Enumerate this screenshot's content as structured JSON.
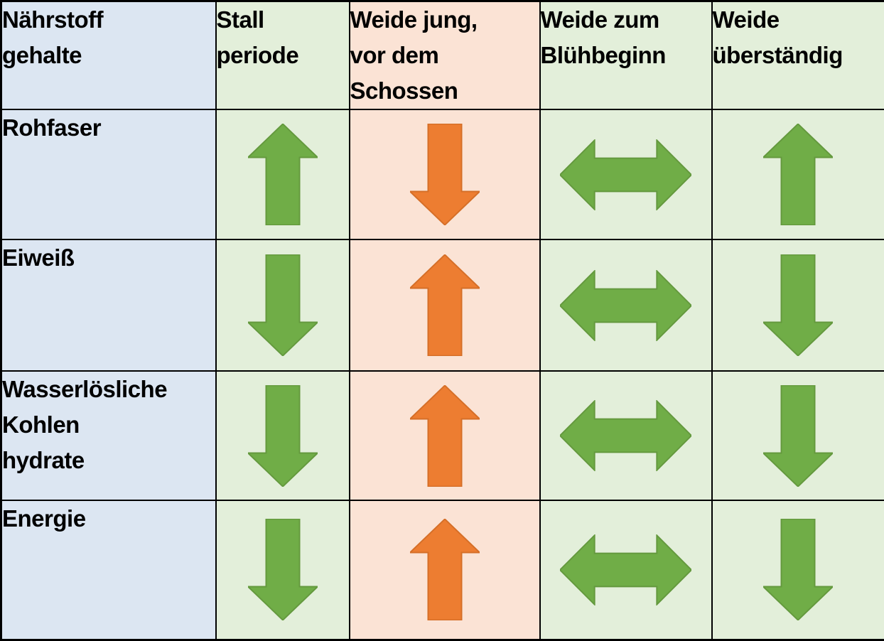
{
  "colors": {
    "green": "#70ad47",
    "green_stroke": "#64993e",
    "orange": "#ed7d31",
    "orange_stroke": "#d56f28",
    "blue_bg": "#dce6f2",
    "green_bg": "#e3efda",
    "peach_bg": "#fbe3d5",
    "border": "#000000"
  },
  "table": {
    "header": {
      "nutrient": "Nährstoff\ngehalte",
      "stall": "Stall\nperiode",
      "weide_jung": "Weide jung,\nvor dem\nSchossen",
      "weide_bluehbeginn": "Weide zum\nBlühbeginn",
      "weide_ueberstaendig": "Weide\nüberständig"
    },
    "rows": [
      {
        "label": "Rohfaser",
        "cells": [
          {
            "icon": "arrow-up",
            "color": "green",
            "stroke": "green_stroke"
          },
          {
            "icon": "arrow-down",
            "color": "orange",
            "stroke": "orange_stroke"
          },
          {
            "icon": "arrow-both",
            "color": "green",
            "stroke": "green_stroke"
          },
          {
            "icon": "arrow-up",
            "color": "green",
            "stroke": "green_stroke"
          }
        ]
      },
      {
        "label": "Eiweiß",
        "cells": [
          {
            "icon": "arrow-down",
            "color": "green",
            "stroke": "green_stroke"
          },
          {
            "icon": "arrow-up",
            "color": "orange",
            "stroke": "orange_stroke"
          },
          {
            "icon": "arrow-both",
            "color": "green",
            "stroke": "green_stroke"
          },
          {
            "icon": "arrow-down",
            "color": "green",
            "stroke": "green_stroke"
          }
        ]
      },
      {
        "label": "Wasserlösliche\nKohlen\nhydrate",
        "cells": [
          {
            "icon": "arrow-down",
            "color": "green",
            "stroke": "green_stroke"
          },
          {
            "icon": "arrow-up",
            "color": "orange",
            "stroke": "orange_stroke"
          },
          {
            "icon": "arrow-both",
            "color": "green",
            "stroke": "green_stroke"
          },
          {
            "icon": "arrow-down",
            "color": "green",
            "stroke": "green_stroke"
          }
        ]
      },
      {
        "label": "Energie",
        "cells": [
          {
            "icon": "arrow-down",
            "color": "green",
            "stroke": "green_stroke"
          },
          {
            "icon": "arrow-up",
            "color": "orange",
            "stroke": "orange_stroke"
          },
          {
            "icon": "arrow-both",
            "color": "green",
            "stroke": "green_stroke"
          },
          {
            "icon": "arrow-down",
            "color": "green",
            "stroke": "green_stroke"
          }
        ]
      }
    ]
  },
  "chart_data": {
    "type": "table",
    "title": "Nährstoffgehalte",
    "columns": [
      "Stallperiode",
      "Weide jung, vor dem Schossen",
      "Weide zum Blühbeginn",
      "Weide überständig"
    ],
    "rows": [
      "Rohfaser",
      "Eiweiß",
      "Wasserlösliche Kohlenhydrate",
      "Energie"
    ],
    "values": [
      [
        "up",
        "down",
        "steady",
        "up"
      ],
      [
        "down",
        "up",
        "steady",
        "down"
      ],
      [
        "down",
        "up",
        "steady",
        "down"
      ],
      [
        "down",
        "up",
        "steady",
        "down"
      ]
    ],
    "value_colors": [
      [
        "green",
        "orange",
        "green",
        "green"
      ],
      [
        "green",
        "orange",
        "green",
        "green"
      ],
      [
        "green",
        "orange",
        "green",
        "green"
      ],
      [
        "green",
        "orange",
        "green",
        "green"
      ]
    ]
  }
}
